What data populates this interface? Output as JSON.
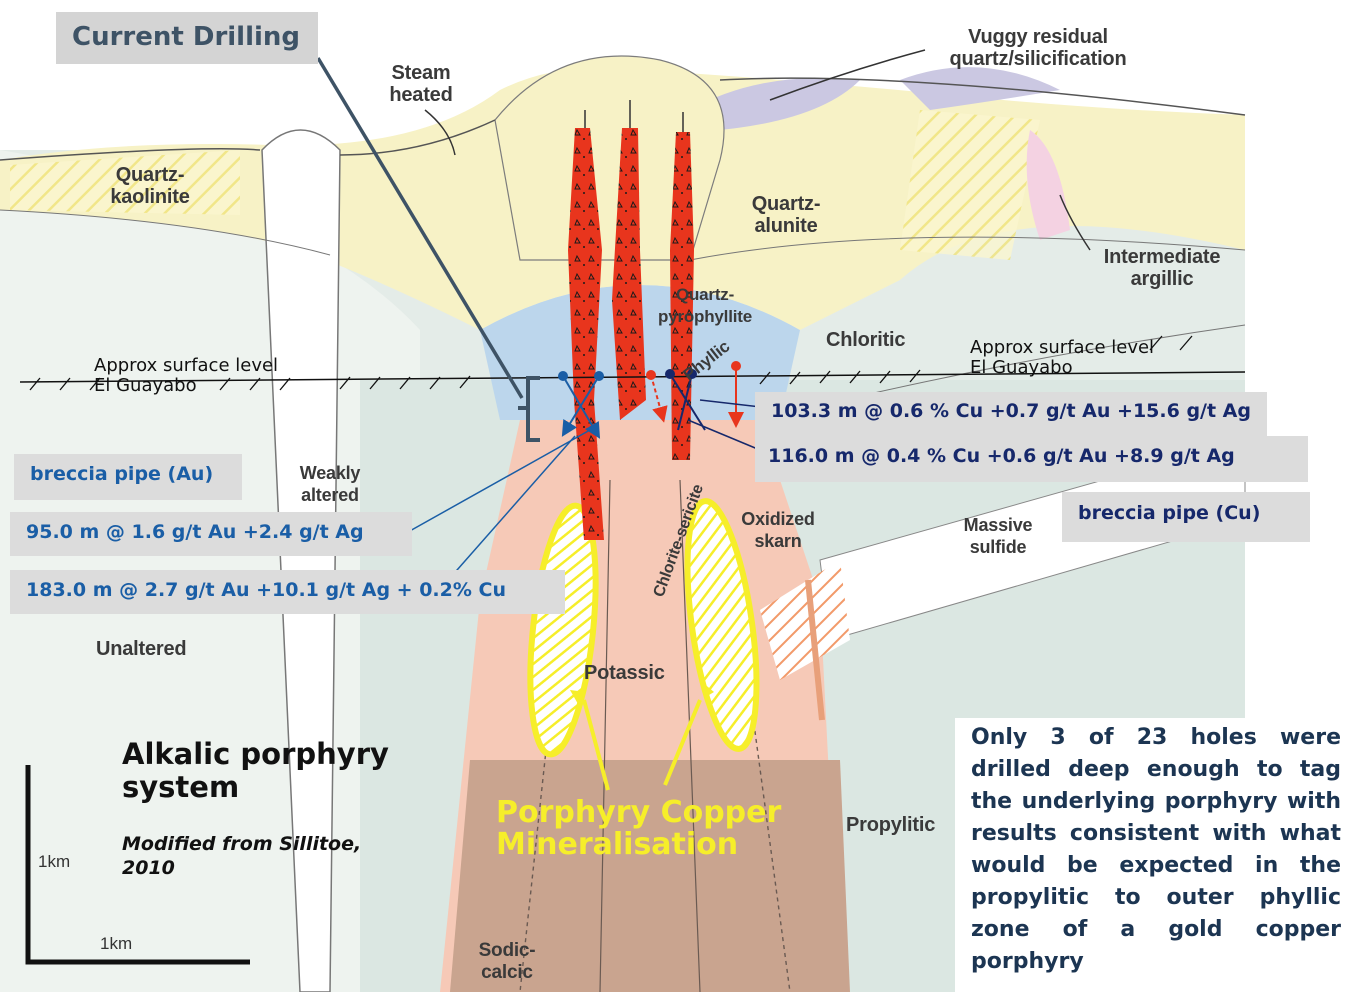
{
  "labels": {
    "current_drilling": "Current Drilling",
    "steam_heated": "Steam heated",
    "vuggy": "Vuggy residual quartz/silicification",
    "quartz_kaolinite": "Quartz-kaolinite",
    "quartz_alunite": "Quartz-alunite",
    "intermediate_argillic": "Intermediate argillic",
    "quartz_pyrophyllite": "Quartz-pyrophyllite",
    "chloritic": "Chloritic",
    "phyllic": "Phyllic",
    "surface_left": "Approx surface level El Guayabo",
    "surface_right": "Approx surface level El Guayabo",
    "weakly_altered": "Weakly altered",
    "oxidized_skarn": "Oxidized skarn",
    "massive_sulfide": "Massive sulfide",
    "chlorite_sericite": "Chlorite-sericite",
    "unaltered": "Unaltered",
    "potassic": "Potassic",
    "propylitic": "Propylitic",
    "sodic_calcic": "Sodic-calcic"
  },
  "callouts": {
    "breccia_au": "breccia pipe (Au)",
    "breccia_cu": "breccia pipe (Cu)",
    "intercept_1": "103.3 m @ 0.6 % Cu +0.7 g/t Au +15.6 g/t Ag",
    "intercept_2": "116.0 m @ 0.4 % Cu +0.6 g/t Au +8.9 g/t Ag",
    "intercept_3": "95.0 m @ 1.6 g/t Au +2.4 g/t Ag",
    "intercept_4": "183.0 m @ 2.7 g/t Au +10.1 g/t Ag + 0.2% Cu"
  },
  "title": {
    "main": "Alkalic porphyry system",
    "citation": "Modified from Sillitoe, 2010"
  },
  "mineralisation": "Porphyry Copper Mineralisation",
  "note": "Only 3 of 23 holes were drilled deep enough to tag the underlying porphyry with results consistent with what would be expected in the propylitic to outer phyllic zone of a gold copper porphyry",
  "scale": {
    "vertical": "1km",
    "horizontal": "1km"
  },
  "colors": {
    "breccia_red": "#e8351d",
    "callout_box": "#dcdcdc",
    "callout_text_blue": "#1a5ea6",
    "callout_text_dark": "#16286b",
    "mineralisation_yellow": "#f6ee2a",
    "quartz_alunite_fill": "#f6f1c6",
    "phyllic_blue": "#bcd6ec",
    "potassic_pink": "#f6c9b7"
  }
}
